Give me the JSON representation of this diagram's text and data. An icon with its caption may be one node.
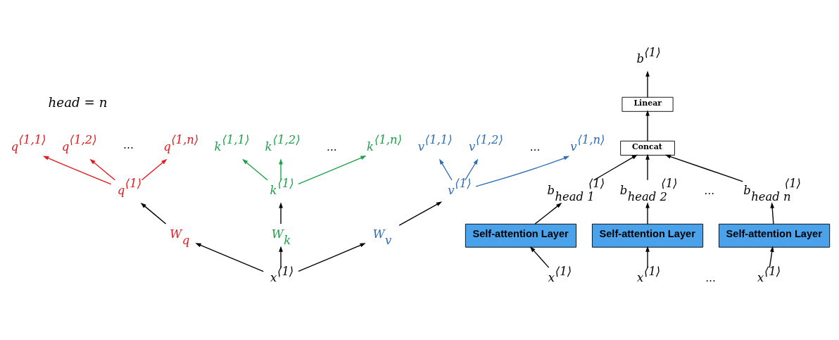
{
  "diagram": {
    "nodes": [
      {
        "text": [
          "q$^{⟨1,1⟩}$"
        ]
      },
      {
        "text": [
          "q$^{⟨1,2⟩}$"
        ]
      },
      {
        "text": [
          "q$^{⟨1,n⟩}$"
        ]
      },
      {
        "text": [
          "k$^{⟨1,1⟩}$"
        ]
      },
      {
        "text": [
          "k$^{⟨1,2⟩}$"
        ]
      },
      {
        "text": [
          "k$^{⟨1,n⟩}$"
        ]
      },
      {
        "text": [
          "v$^{⟨1,1⟩}$"
        ]
      },
      {
        "text": [
          "v$^{⟨1,2⟩}$"
        ]
      },
      {
        "text": [
          "v$^{⟨1,n⟩}$"
        ]
      },
      {
        "text": [
          "q$^{⟨1⟩}$"
        ]
      },
      {
        "text": [
          "k$^{⟨1⟩}$"
        ]
      },
      {
        "text": [
          "v$^{⟨1⟩}$"
        ]
      },
      {
        "text": [
          "W$_{q}$"
        ]
      },
      {
        "text": [
          "W$_{k}$"
        ]
      },
      {
        "text": [
          "W$_{v}$"
        ]
      },
      {
        "text": [
          "x$^{⟨1⟩}$"
        ]
      },
      {
        "text": [
          "b$^{⟨1⟩}$"
        ]
      },
      {
        "text": [
          "Linear"
        ]
      },
      {
        "text": [
          "Concat"
        ]
      },
      {
        "text": [
          "b$_{head 1}$$^{⟨1⟩}$"
        ]
      },
      {
        "text": [
          "b$_{head 2}$$^{⟨1⟩}$"
        ]
      },
      {
        "text": [
          "b$_{head n}$$^{⟨1⟩}$"
        ]
      },
      {
        "text": [
          "Self-attention Layer"
        ]
      },
      {
        "text": [
          "Self-attention Layer"
        ]
      },
      {
        "text": [
          "Self-attention Layer"
        ]
      },
      {
        "text": [
          "x$^{⟨1⟩}$"
        ]
      },
      {
        "text": [
          "x$^{⟨1⟩}$"
        ]
      },
      {
        "text": [
          "x$^{⟨1⟩}$"
        ]
      }
    ],
    "edges": [
      {
        "from": 15,
        "to": 12,
        "arrow": "to"
      },
      {
        "from": 15,
        "to": 13,
        "arrow": "to"
      },
      {
        "from": 15,
        "to": 14,
        "arrow": "to"
      },
      {
        "from": 12,
        "to": 9,
        "arrow": "to"
      },
      {
        "from": 13,
        "to": 10,
        "arrow": "to"
      },
      {
        "from": 14,
        "to": 11,
        "arrow": "to"
      },
      {
        "from": 9,
        "to": 0,
        "arrow": "to",
        "color": "#e31a1c"
      },
      {
        "from": 9,
        "to": 1,
        "arrow": "to",
        "color": "#e31a1c"
      },
      {
        "from": 9,
        "to": 2,
        "arrow": "to",
        "color": "#e31a1c"
      },
      {
        "from": 10,
        "to": 3,
        "arrow": "to",
        "color": "#1fa14a"
      },
      {
        "from": 10,
        "to": 4,
        "arrow": "to",
        "color": "#1fa14a"
      },
      {
        "from": 10,
        "to": 5,
        "arrow": "to",
        "color": "#1fa14a"
      },
      {
        "from": 11,
        "to": 6,
        "arrow": "to",
        "color": "#2e6eb5"
      },
      {
        "from": 11,
        "to": 7,
        "arrow": "to",
        "color": "#2e6eb5"
      },
      {
        "from": 11,
        "to": 8,
        "arrow": "to",
        "color": "#2e6eb5"
      },
      {
        "from": 26,
        "to": 24,
        "arrow": "to"
      },
      {
        "from": 27,
        "to": 23,
        "arrow": "to"
      },
      {
        "from": 25,
        "to": 22,
        "arrow": "to"
      },
      {
        "from": 24,
        "to": 19,
        "arrow": "to"
      },
      {
        "from": 23,
        "to": 20,
        "arrow": "to"
      },
      {
        "from": 22,
        "to": 21,
        "arrow": "to"
      },
      {
        "from": 19,
        "to": 18,
        "arrow": "to"
      },
      {
        "from": 20,
        "to": 18,
        "arrow": "to"
      },
      {
        "from": 21,
        "to": 18,
        "arrow": "to"
      },
      {
        "from": 18,
        "to": 17,
        "arrow": "to"
      },
      {
        "from": 17,
        "to": 16,
        "arrow": "to"
      }
    ],
    "labels": [
      "head = n",
      "⋯",
      "…",
      "…",
      "…",
      "…"
    ]
  }
}
